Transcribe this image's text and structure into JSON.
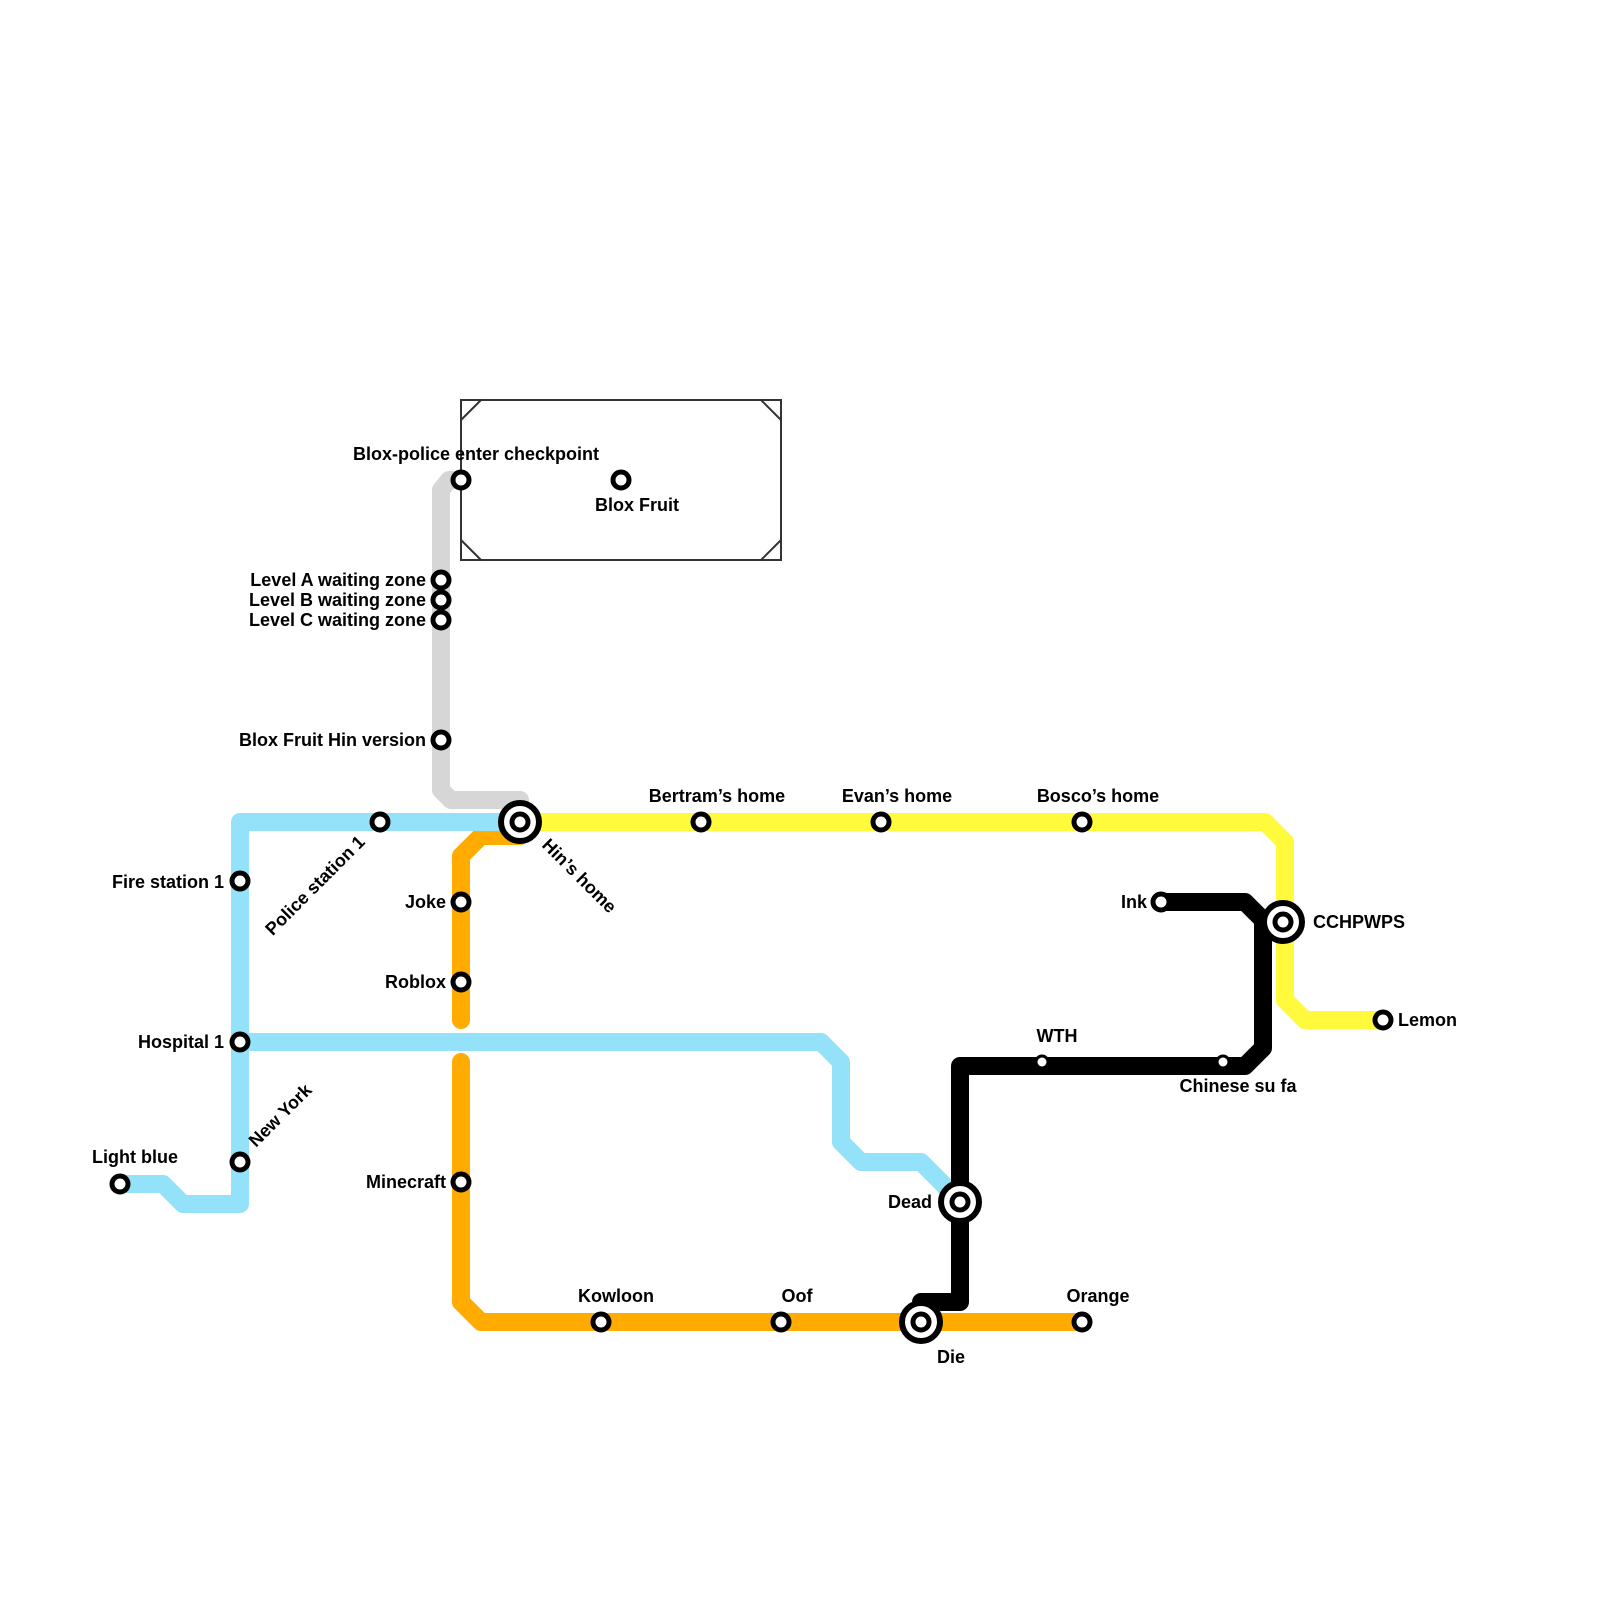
{
  "lines": [
    {
      "name": "Light blue",
      "color": "#94E2FA"
    },
    {
      "name": "Yellow",
      "color": "#FFFA3C"
    },
    {
      "name": "Orange",
      "color": "#FFAB00"
    },
    {
      "name": "Grey",
      "color": "#D6D6D6"
    },
    {
      "name": "Black",
      "color": "#000000"
    }
  ],
  "zone_box_color": "#333333",
  "stations": {
    "blox_police_enter_checkpoint": "Blox-police enter checkpoint",
    "blox_fruit": "Blox Fruit",
    "level_a_waiting_zone": "Level A waiting zone",
    "level_b_waiting_zone": "Level B waiting zone",
    "level_c_waiting_zone": "Level C waiting zone",
    "blox_fruit_hin_version": "Blox Fruit Hin version",
    "hins_home": "Hin’s home",
    "police_station_1": "Police station 1",
    "fire_station_1": "Fire station 1",
    "hospital_1": "Hospital 1",
    "new_york": "New York",
    "light_blue": "Light blue",
    "joke": "Joke",
    "roblox": "Roblox",
    "minecraft": "Minecraft",
    "kowloon": "Kowloon",
    "oof": "Oof",
    "die": "Die",
    "orange": "Orange",
    "dead": "Dead",
    "bertrams_home": "Bertram’s home",
    "evans_home": "Evan’s home",
    "boscos_home": "Bosco’s home",
    "cchpwps": "CCHPWPS",
    "lemon": "Lemon",
    "ink": "Ink",
    "wth": "WTH",
    "chinese_su_fa": "Chinese su fa"
  }
}
